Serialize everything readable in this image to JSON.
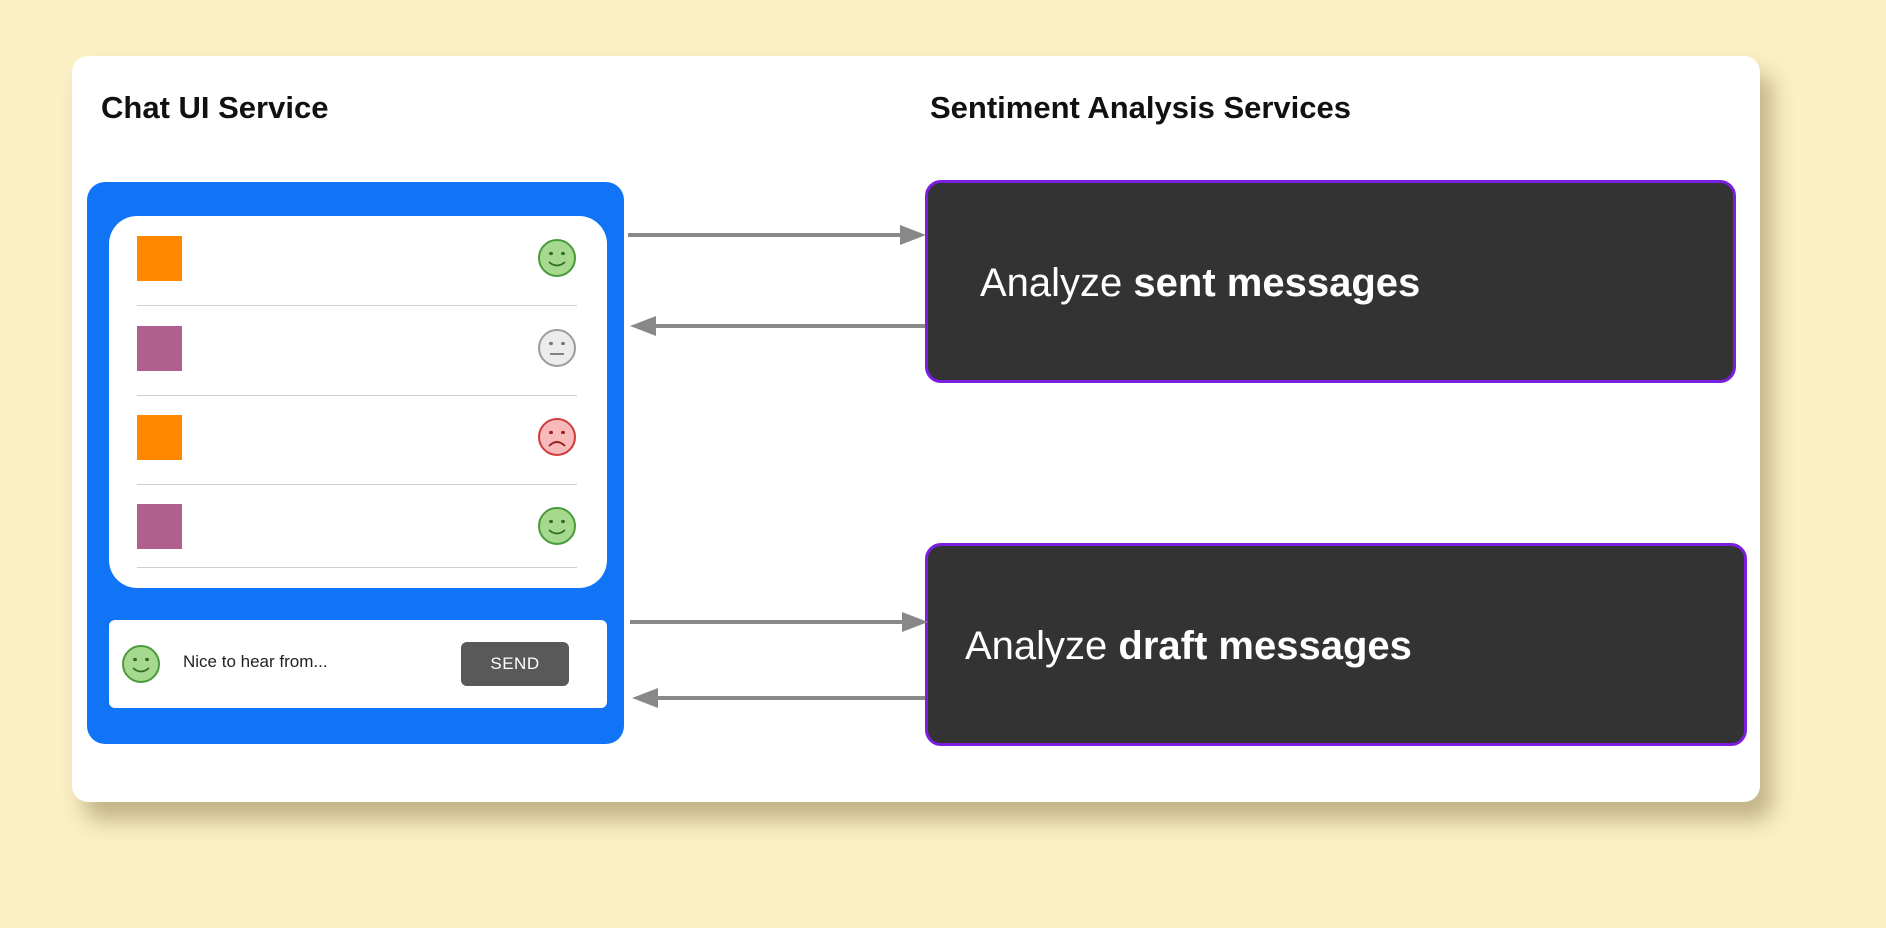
{
  "diagram": {
    "left_title": "Chat UI Service",
    "right_title": "Sentiment Analysis Services"
  },
  "chat": {
    "messages": [
      {
        "sender_color": "#ff8800",
        "mood": "happy",
        "mood_icon": "happy-face-icon"
      },
      {
        "sender_color": "#b0608e",
        "mood": "neutral",
        "mood_icon": "neutral-face-icon"
      },
      {
        "sender_color": "#ff8800",
        "mood": "sad",
        "mood_icon": "sad-face-icon"
      },
      {
        "sender_color": "#b0608e",
        "mood": "happy",
        "mood_icon": "happy-face-icon"
      }
    ],
    "composer": {
      "mood": "happy",
      "mood_icon": "happy-face-icon",
      "draft_text": "Nice to hear from...",
      "send_label": "SEND"
    }
  },
  "services": {
    "sent": {
      "prefix": "Analyze ",
      "emphasis": "sent messages"
    },
    "draft": {
      "prefix": "Analyze ",
      "emphasis": "draft messages"
    }
  },
  "colors": {
    "background": "#fbefc4",
    "panel": "#1174f7",
    "service_box": "#333333",
    "service_border": "#7a1ee0",
    "arrow": "#888888"
  }
}
